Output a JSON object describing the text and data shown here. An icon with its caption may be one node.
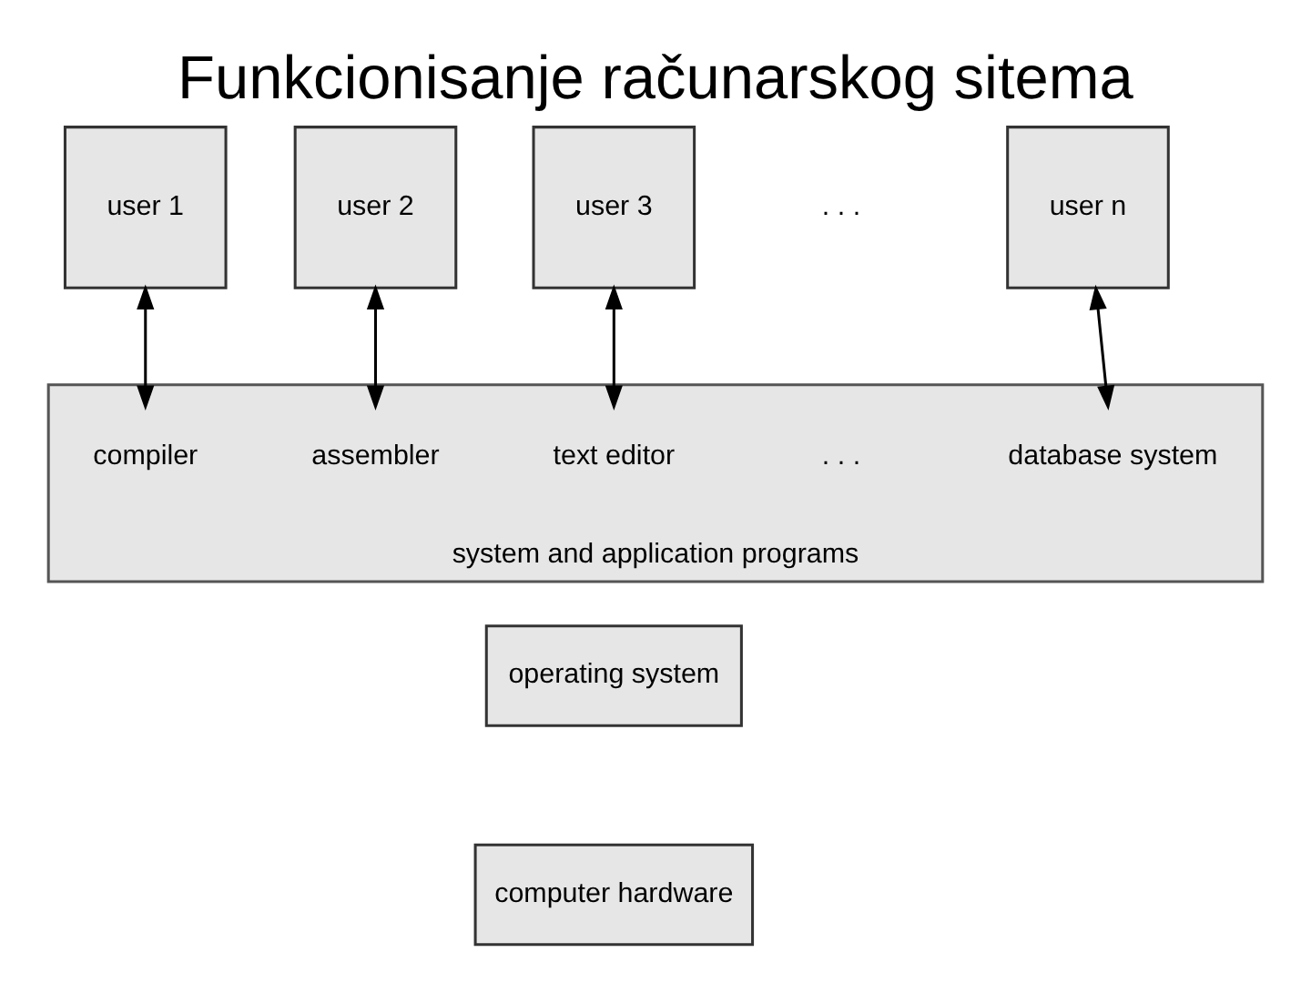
{
  "diagram": {
    "title": "Funkcionisanje računarskog sitema",
    "nodes": [
      {
        "text": [
          "user 1"
        ]
      },
      {
        "text": [
          "user 2"
        ]
      },
      {
        "text": [
          "user 3"
        ]
      },
      {
        "text": [
          "user n"
        ]
      },
      {
        "text": [
          "system and application programs"
        ]
      },
      {
        "text": [
          "compiler"
        ],
        "in": 4
      },
      {
        "text": [
          "assembler"
        ],
        "in": 4
      },
      {
        "text": [
          "text editor"
        ],
        "in": 4
      },
      {
        "text": [
          ". . ."
        ],
        "in": 4
      },
      {
        "text": [
          "database system"
        ],
        "in": 4
      },
      {
        "text": [
          "operating system"
        ]
      },
      {
        "text": [
          "computer hardware"
        ]
      }
    ],
    "edges": [
      {
        "from": 0,
        "to": 5,
        "arrow": "both"
      },
      {
        "from": 1,
        "to": 6,
        "arrow": "both"
      },
      {
        "from": 2,
        "to": 7,
        "arrow": "both"
      },
      {
        "from": 3,
        "to": 9,
        "arrow": "both"
      }
    ],
    "labels": [
      ". . ."
    ]
  }
}
